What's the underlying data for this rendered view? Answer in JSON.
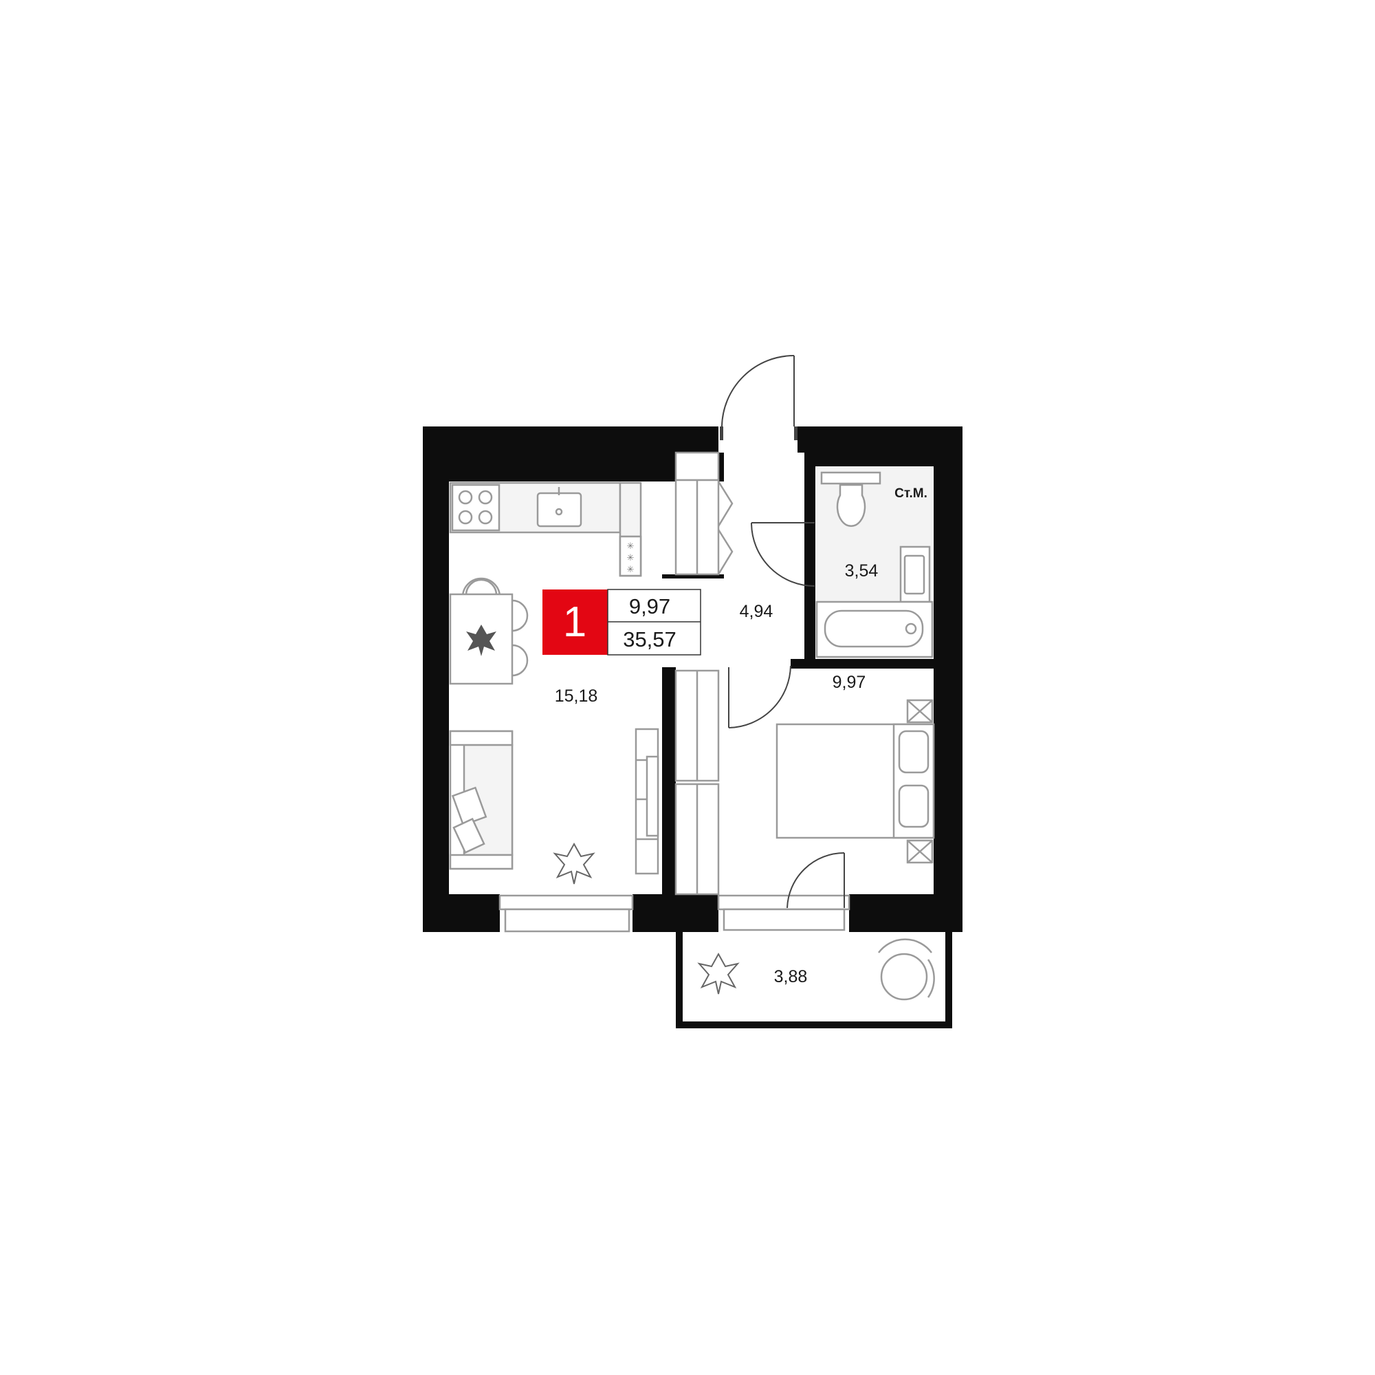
{
  "plan": {
    "rooms_count": "1",
    "summary_living_area": "9,97",
    "summary_total_area": "35,57",
    "badge_color": "#e30613",
    "wall_color": "#0d0d0d",
    "rooms": {
      "kitchen_living": "15,18",
      "hallway": "4,94",
      "bathroom": "3,54",
      "bedroom": "9,97",
      "balcony": "3,88"
    },
    "bathroom_riser_label": "Ст.М."
  }
}
